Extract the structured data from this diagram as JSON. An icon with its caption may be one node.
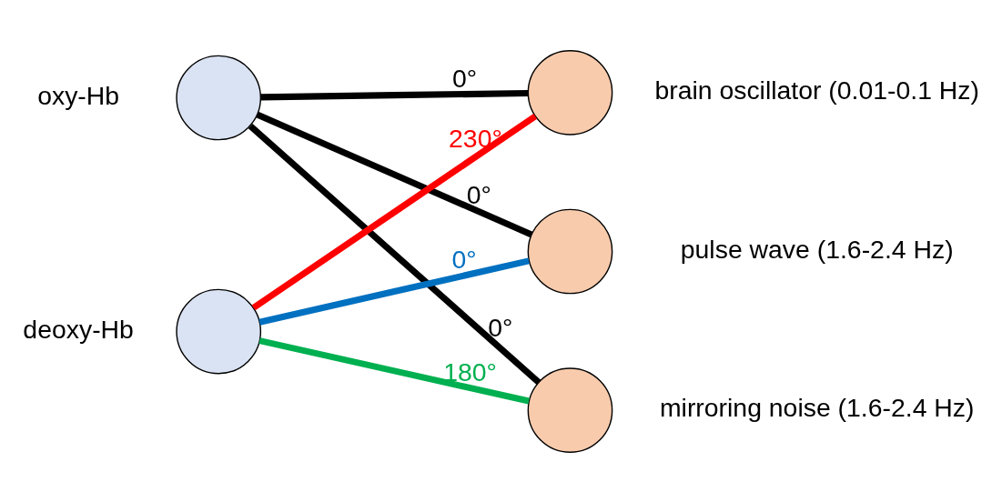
{
  "diagram": {
    "nodes": [
      {
        "text": [],
        "shape": "circle",
        "beside": [
          "oxy-Hb"
        ]
      },
      {
        "text": [],
        "shape": "circle",
        "beside": [
          "deoxy-Hb"
        ]
      },
      {
        "text": [],
        "shape": "circle",
        "beside": [
          "brain oscillator (0.01-0.1 Hz)"
        ]
      },
      {
        "text": [],
        "shape": "circle",
        "beside": [
          "pulse wave (1.6-2.4 Hz)"
        ]
      },
      {
        "text": [],
        "shape": "circle",
        "beside": [
          "mirroring noise (1.6-2.4 Hz)"
        ]
      }
    ],
    "edges": [
      {
        "from": 0,
        "to": 2,
        "arrow": "none",
        "label": "0°"
      },
      {
        "from": 0,
        "to": 3,
        "arrow": "none",
        "label": "0°"
      },
      {
        "from": 0,
        "to": 4,
        "arrow": "none",
        "label": "0°"
      },
      {
        "from": 1,
        "to": 2,
        "arrow": "none",
        "label": "230°",
        "color": "#ff0000"
      },
      {
        "from": 1,
        "to": 3,
        "arrow": "none",
        "label": "0°",
        "color": "#0070c0"
      },
      {
        "from": 1,
        "to": 4,
        "arrow": "none",
        "label": "180°",
        "color": "#00b050"
      }
    ]
  }
}
